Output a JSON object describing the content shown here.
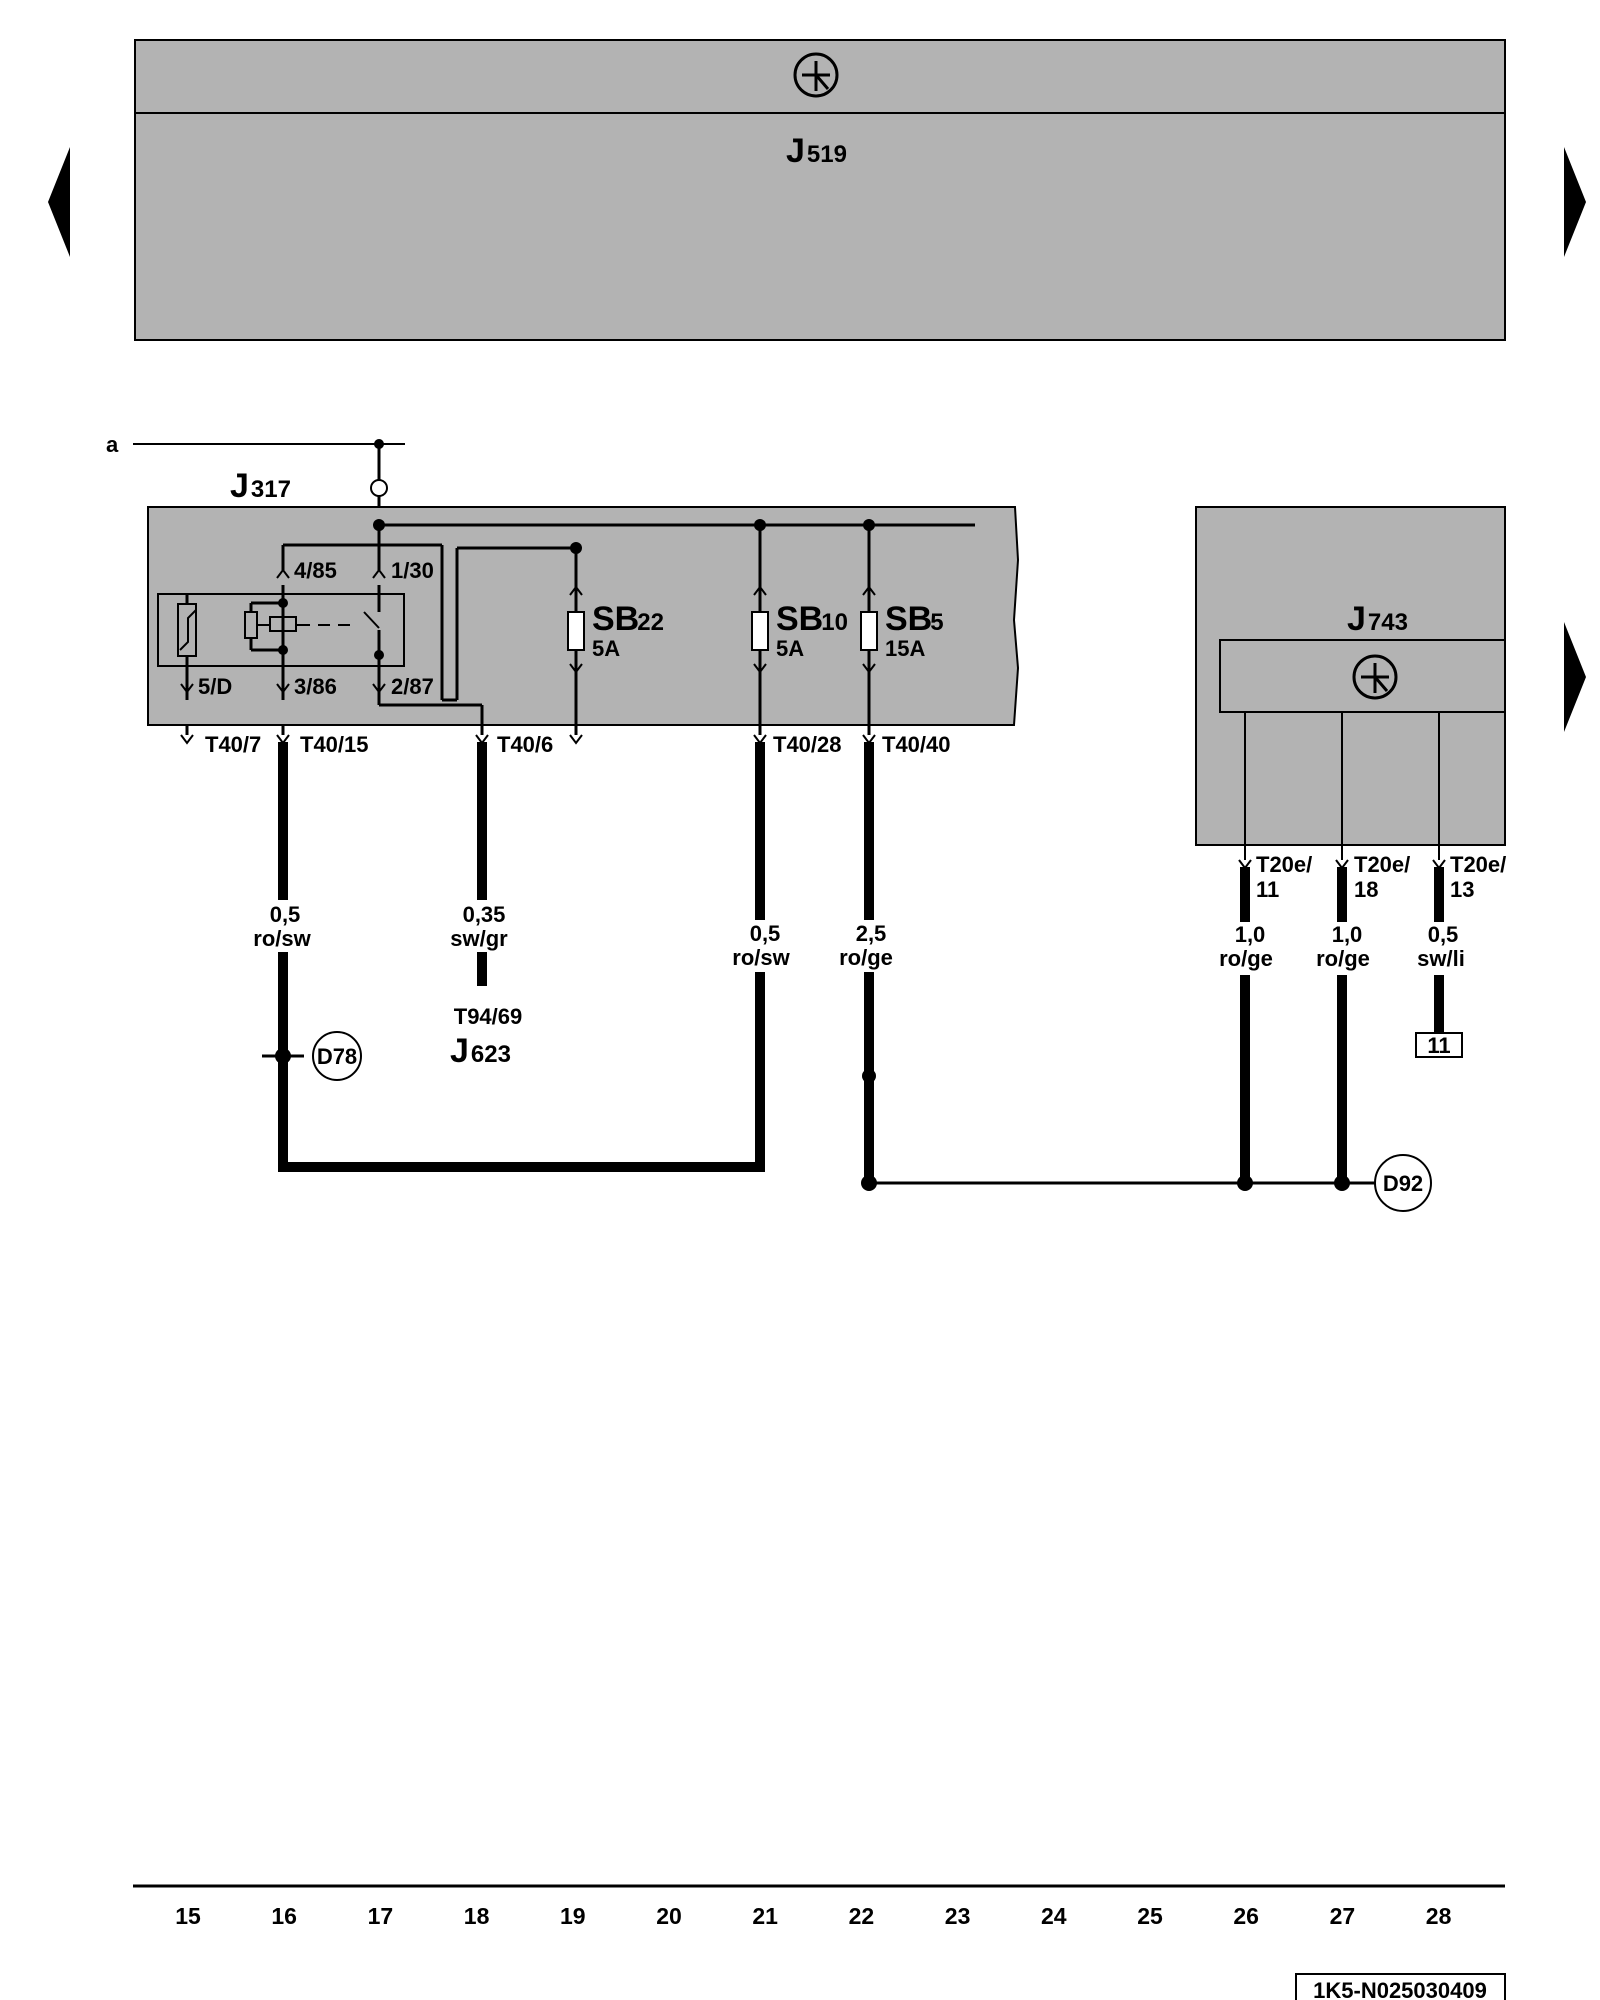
{
  "components": {
    "j519": {
      "letter": "J",
      "num": "519"
    },
    "j317": {
      "letter": "J",
      "num": "317"
    },
    "j743": {
      "letter": "J",
      "num": "743"
    },
    "j623": {
      "letter": "J",
      "num": "623"
    },
    "sb22": {
      "name": "SB",
      "num": "22",
      "rating": "5A"
    },
    "sb10": {
      "name": "SB",
      "num": "10",
      "rating": "5A"
    },
    "sb5": {
      "name": "SB",
      "num": "5",
      "rating": "15A"
    }
  },
  "line_a_label": "a",
  "relay_pins": {
    "p485": "4/85",
    "p130": "1/30",
    "p5d": "5/D",
    "p386": "3/86",
    "p287": "2/87"
  },
  "connectors": {
    "t40_7": "T40/7",
    "t40_15": "T40/15",
    "t40_6": "T40/6",
    "t40_28": "T40/28",
    "t40_40": "T40/40",
    "t94_69": "T94/69",
    "t20e_11": {
      "top": "T20e/",
      "bottom": "11"
    },
    "t20e_18": {
      "top": "T20e/",
      "bottom": "18"
    },
    "t20e_13": {
      "top": "T20e/",
      "bottom": "13"
    }
  },
  "wires": [
    {
      "id": "w16",
      "size": "0,5",
      "color": "ro/sw"
    },
    {
      "id": "w18",
      "size": "0,35",
      "color": "sw/gr"
    },
    {
      "id": "w21",
      "size": "0,5",
      "color": "ro/sw"
    },
    {
      "id": "w22",
      "size": "2,5",
      "color": "ro/ge"
    },
    {
      "id": "w26",
      "size": "1,0",
      "color": "ro/ge"
    },
    {
      "id": "w27",
      "size": "1,0",
      "color": "ro/ge"
    },
    {
      "id": "w28",
      "size": "0,5",
      "color": "sw/li"
    }
  ],
  "ground_points": {
    "d78": "D78",
    "d92": "D92"
  },
  "reference_box": "11",
  "column_numbers": [
    "15",
    "16",
    "17",
    "18",
    "19",
    "20",
    "21",
    "22",
    "23",
    "24",
    "25",
    "26",
    "27",
    "28"
  ],
  "document_code": "1K5-N025030409"
}
